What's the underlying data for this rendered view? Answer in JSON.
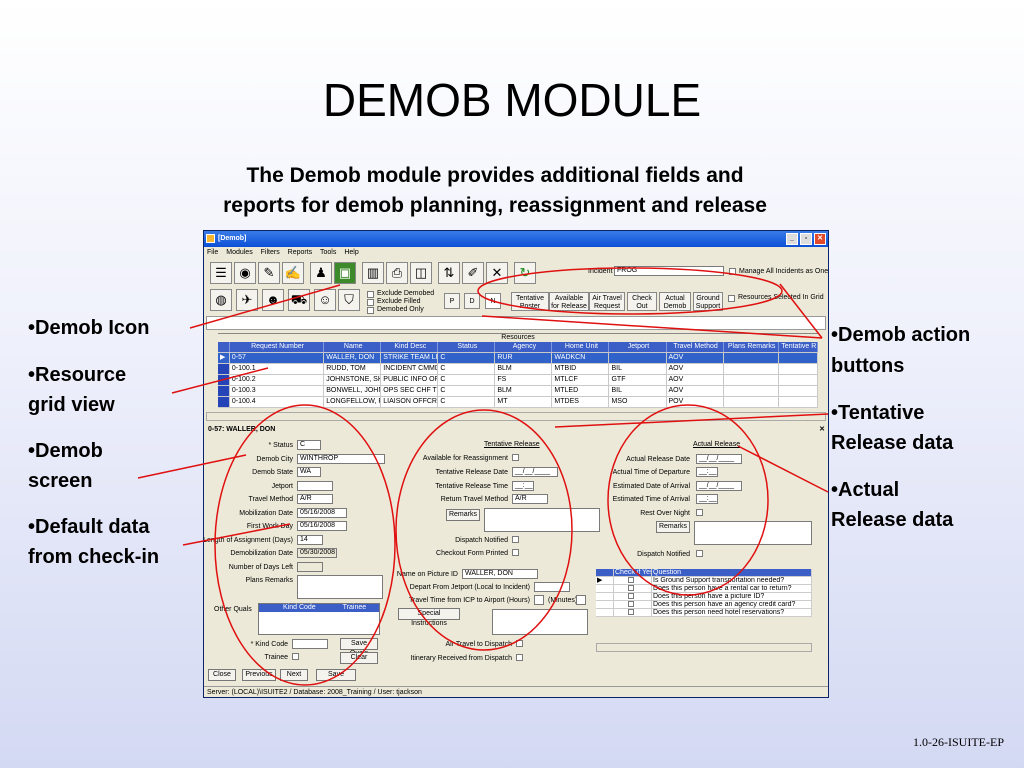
{
  "slide": {
    "title": "DEMOB MODULE",
    "subtitle_line1": "The Demob module provides additional fields and",
    "subtitle_line2": "reports for demob planning, reassignment and release",
    "left_bullets": [
      "•Demob Icon",
      "•Resource",
      "grid view",
      "•Demob",
      "screen",
      "•Default data",
      "from check-in"
    ],
    "right_bullets": [
      "•Demob action",
      "buttons",
      "•Tentative",
      "Release data",
      "•Actual",
      "Release data"
    ],
    "footer": "1.0-26-ISUITE-EP",
    "annotation_color": "#e01010"
  },
  "window": {
    "title": "[Demob]",
    "controls": [
      "_",
      "▫",
      "✕"
    ],
    "menu": [
      "File",
      "Modules",
      "Filters",
      "Reports",
      "Tools",
      "Help"
    ],
    "incident_label": "Incident",
    "incident_value": "FROG",
    "manage_all": "Manage All Incidents as One",
    "filters": [
      "Exclude Demobed",
      "Exclude Filled",
      "Demobed Only"
    ],
    "pnd": [
      "P",
      "D",
      "N"
    ],
    "actions": [
      "Tentative Poster",
      "Available for Release",
      "Air Travel Request",
      "Check Out",
      "Actual Demob",
      "Ground Support"
    ],
    "resources_selected": "Resources Selected In Grid",
    "resources_label": "Resources"
  },
  "grid": {
    "columns": [
      "Request Number",
      "Name",
      "Kind Desc",
      "Status",
      "Agency",
      "Home Unit",
      "Jetport",
      "Travel Method",
      "Plans Remarks",
      "Tentative R"
    ],
    "rows": [
      [
        "0-57",
        "WALLER, DON",
        "STRIKE TEAM LD",
        "C",
        "RUR",
        "WADKCN",
        "",
        "AOV",
        "",
        ""
      ],
      [
        "0-100.1",
        "RUDD, TOM",
        "INCIDENT CMMDI",
        "C",
        "BLM",
        "MTBID",
        "BIL",
        "AOV",
        "",
        ""
      ],
      [
        "0-100.2",
        "JOHNSTONE, SHI",
        "PUBLIC INFO OFF",
        "C",
        "FS",
        "MTLCF",
        "GTF",
        "AOV",
        "",
        ""
      ],
      [
        "0-100.3",
        "BONWELL, JOHN",
        "OPS SEC CHF TY",
        "C",
        "BLM",
        "MTLED",
        "BIL",
        "AOV",
        "",
        ""
      ],
      [
        "0-100.4",
        "LONGFELLOW, P",
        "LIAISON OFFCR",
        "C",
        "MT",
        "MTDES",
        "MSO",
        "POV",
        "",
        ""
      ]
    ]
  },
  "panel": {
    "title": "0-57: WALLER, DON",
    "left": {
      "status_label": "* Status",
      "status_value": "C",
      "city_label": "Demob City",
      "city_value": "WINTHROP",
      "state_label": "Demob State",
      "state_value": "WA",
      "jetport_label": "Jetport",
      "jetport_value": "",
      "travel_label": "Travel Method",
      "travel_value": "A/R",
      "mob_label": "Mobilization Date",
      "mob_value": "05/16/2008",
      "first_label": "First Work Day",
      "first_value": "05/16/2008",
      "length_label": "Length of Assignment (Days)",
      "length_value": "14",
      "demob_date_label": "Demobilization Date",
      "demob_date_value": "05/30/2008",
      "days_left_label": "Number of Days Left",
      "plans_label": "Plans Remarks",
      "other_quals_label": "Other Quals",
      "quals_cols": [
        "Kind Code",
        "Trainee"
      ],
      "kind_code_label": "* Kind Code",
      "trainee_label": "Trainee",
      "save_quals": "Save Quals",
      "clear": "Clear"
    },
    "mid": {
      "header": "Tentative Release",
      "avail_label": "Available for Reassignment",
      "ten_date_label": "Tentative Release Date",
      "ten_date_value": "__/__/____",
      "ten_time_label": "Tentative Release Time",
      "ten_time_value": "__:__",
      "return_label": "Return Travel Method",
      "return_value": "A/R",
      "remarks": "Remarks",
      "dispatch_label": "Dispatch Notified",
      "checkout_label": "Checkout Form Printed",
      "name_pic_label": "Name on Picture ID",
      "name_pic_value": "WALLER, DON",
      "depart_label": "Depart From Jetport   (Local to Incident)",
      "travel_time_label": "Travel Time from ICP to Airport   (Hours)",
      "minutes": "(Minutes)",
      "special": "Special Instructions",
      "air_label": "Air Travel to Dispatch",
      "itin_label": "Itinerary Received from Dispatch"
    },
    "right": {
      "header": "Actual Release",
      "act_date_label": "Actual Release Date",
      "act_date_value": "__/__/____",
      "act_dep_label": "Actual Time of Departure",
      "act_dep_value": "__:__",
      "est_arr_date_label": "Estimated Date of Arrival",
      "est_arr_date_value": "__/__/____",
      "est_arr_time_label": "Estimated Time of Arrival",
      "est_arr_time_value": "__:__",
      "rest_label": "Rest Over Night",
      "remarks": "Remarks",
      "dispatch_label": "Dispatch Notified",
      "q_cols": [
        "Check if Yes",
        "Question"
      ],
      "questions": [
        "Is Ground Support transportation needed?",
        "Does this person have a rental car to return?",
        "Does this person have a picture ID?",
        "Does this person have an agency credit card?",
        "Does this person need hotel reservations?"
      ]
    },
    "bottom_buttons": [
      "Close",
      "Previous",
      "Next",
      "Save"
    ]
  },
  "status_bar": "Server: (LOCAL)\\ISUITE2  /  Database: 2008_Training  /  User: tjackson"
}
